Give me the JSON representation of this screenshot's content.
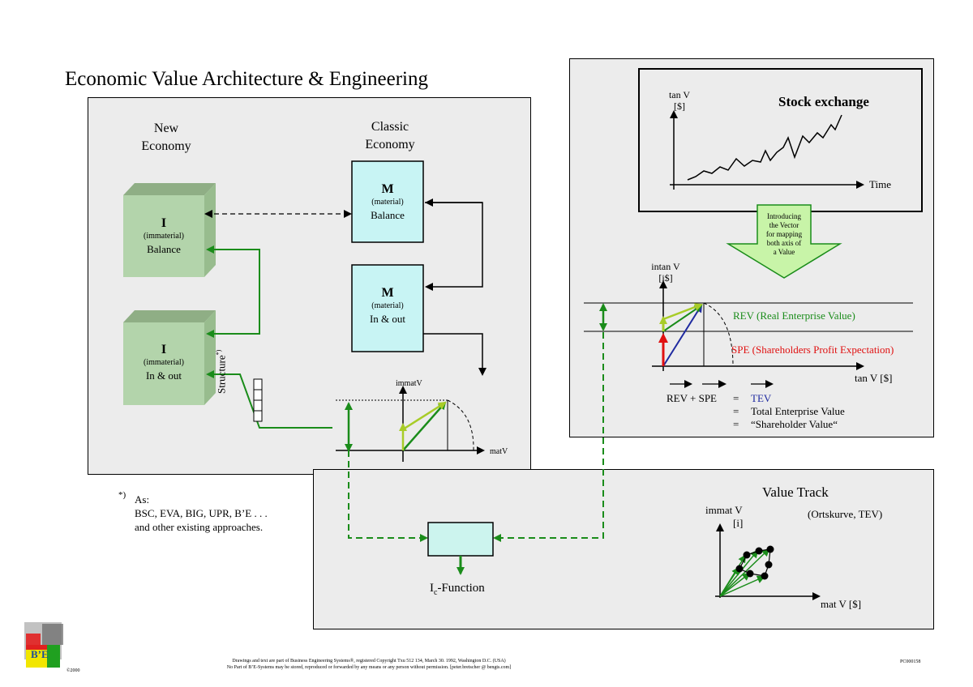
{
  "title": "Economic Value Architecture & Engineering",
  "left_panel": {
    "new_economy": [
      "New",
      "Economy"
    ],
    "classic_economy": [
      "Classic",
      "Economy"
    ],
    "i_balance": {
      "letter": "I",
      "sub": "(immaterial)",
      "label": "Balance"
    },
    "i_inout": {
      "letter": "I",
      "sub": "(immaterial)",
      "label": "In & out"
    },
    "m_balance": {
      "letter": "M",
      "sub": "(material)",
      "label": "Balance"
    },
    "m_inout": {
      "letter": "M",
      "sub": "(material)",
      "label": "In & out"
    },
    "structure_label": "Structure",
    "structure_sup": "*)",
    "mini_y_label": "immatV",
    "mini_x_label": "matV"
  },
  "footnote": {
    "marker": "*)",
    "lines": [
      "As:",
      "BSC, EVA, BIG, UPR, B’E . . .",
      "and other existing approaches."
    ]
  },
  "right_panel": {
    "stock_title": "Stock exchange",
    "stock_y": [
      "tan V",
      "[$]"
    ],
    "stock_x": "Time",
    "arrow_text": [
      "Introducing",
      "the Vector",
      "for mapping",
      "both axis of",
      "a Value"
    ],
    "vec_y": [
      "intan V",
      "[i$]"
    ],
    "vec_x": "tan V [$]",
    "rev": "REV (Real Enterprise Value)",
    "spe": "SPE  (Shareholders Profit Expectation)",
    "eq_lhs": "REV + SPE",
    "eq_lines": [
      {
        "sym": "=",
        "text": "TEV",
        "color": "#1f2aa0"
      },
      {
        "sym": "=",
        "text": "Total Enterprise Value",
        "color": "#000000"
      },
      {
        "sym": "=",
        "text": "“Shareholder Value“",
        "color": "#000000"
      }
    ]
  },
  "bottom_panel": {
    "title": "Value Track",
    "subtitle": "(Ortskurve, TEV)",
    "y_label": [
      "immat V",
      "[i]"
    ],
    "x_label": "mat V [$]",
    "function_label": "I",
    "function_sub": "c",
    "function_suffix": "-Function"
  },
  "footer": {
    "copyright": "©2000",
    "line1": "Drawings and text are part of Business Engineering Systems®, registered Copyright Txu 512 134, March 30. 1992, Washington D.C. (USA)",
    "line2": "No Part of B’E-Systems may be stored, reproduced or forwarded by any means or any person without permission. [peter.bretscher @ bengts.com]",
    "code": "PC000158",
    "logo_text": "B’E"
  },
  "colors": {
    "green": "#1a8c1a",
    "lightgreen": "#a8cc28",
    "blue": "#1f2aa0",
    "red": "#e01010",
    "cube_front": "#b3d4ab",
    "cube_side": "#98bc8e",
    "cube_top": "#8fae85",
    "cyan_box": "#c8f4f4",
    "func_box": "#ccf4ee",
    "arrow_fill": "#c8f4a8"
  }
}
